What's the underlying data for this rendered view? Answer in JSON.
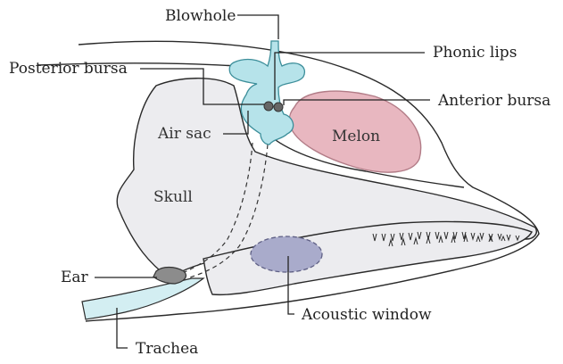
{
  "labels": {
    "blowhole": "Blowhole",
    "phonic_lips": "Phonic lips",
    "posterior_bursa": "Posterior bursa",
    "anterior_bursa": "Anterior bursa",
    "air_sac": "Air sac",
    "melon": "Melon",
    "skull": "Skull",
    "ear": "Ear",
    "acoustic_window": "Acoustic window",
    "trachea": "Trachea"
  },
  "colors": {
    "skull": "#ececef",
    "melon": "#e8b7c0",
    "air_sac": "#b6e3ea",
    "acoustic_window": "#a9abcb",
    "ear": "#8c8c8c",
    "bursa": "#666666"
  }
}
